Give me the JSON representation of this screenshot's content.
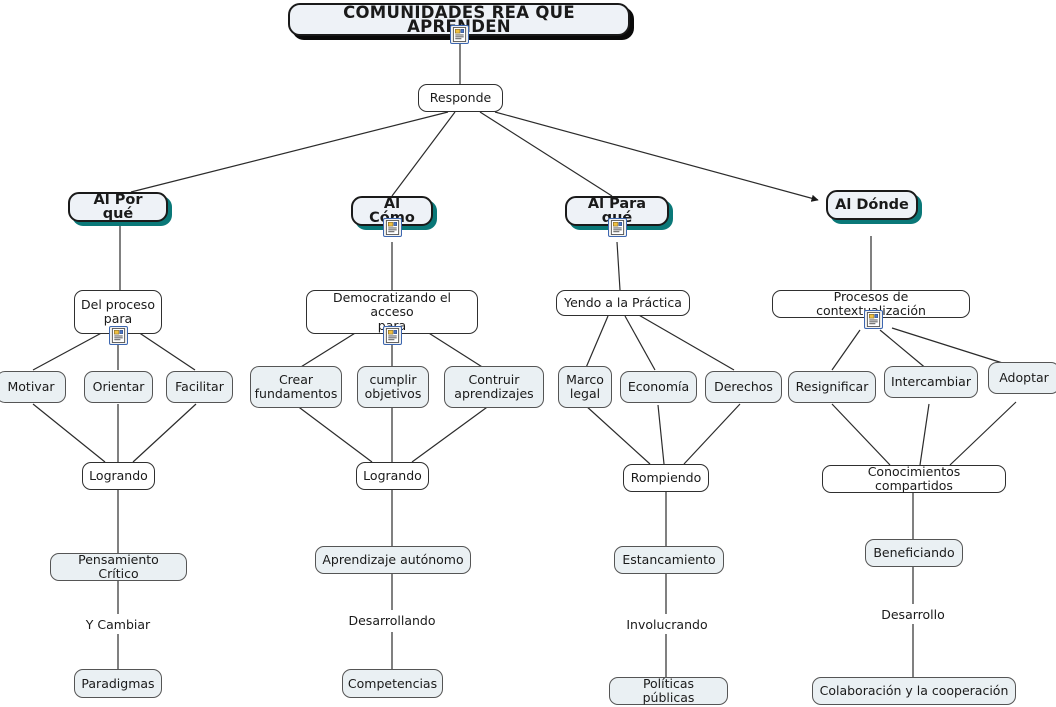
{
  "map": {
    "title": "COMUNIDADES REA QUE APRENDEN",
    "root_label": "Responde",
    "colors": {
      "branch_shadow": "#0a7878",
      "node_fill": "#eaf0f3",
      "linking_fill": "#ffffff",
      "line": "#2b2b2b",
      "icon_border": "#3c66b0"
    },
    "icon_name": "document-resource-icon"
  },
  "nodes": {
    "title": "COMUNIDADES REA QUE APRENDEN",
    "responde": "Responde",
    "b1": "Al Por qué",
    "b2": "Al Cómo",
    "b3": "Al Para qué",
    "b4": "Al Dónde",
    "c1_proc": "Del proceso\npara",
    "c1_motivar": "Motivar",
    "c1_orientar": "Orientar",
    "c1_facilitar": "Facilitar",
    "c1_logrando": "Logrando",
    "c1_pensamiento": "Pensamiento Crítico",
    "c1_ycambiar": "Y Cambiar",
    "c1_paradigmas": "Paradigmas",
    "c2_democratizando": "Democratizando el acceso\npara",
    "c2_crear": "Crear\nfundamentos",
    "c2_cumplir": "cumplir\nobjetivos",
    "c2_contruir": "Contruir\naprendizajes",
    "c2_logrando": "Logrando",
    "c2_aprendizaje": "Aprendizaje autónomo",
    "c2_desarrollando": "Desarrollando",
    "c2_competencias": "Competencias",
    "c3_yendo": "Yendo a la Práctica",
    "c3_marco": "Marco\nlegal",
    "c3_economia": "Economía",
    "c3_derechos": "Derechos",
    "c3_rompiendo": "Rompiendo",
    "c3_estancamiento": "Estancamiento",
    "c3_involucrando": "Involucrando",
    "c3_politicas": "Políticas públicas",
    "c4_procesos": "Procesos de contextualización",
    "c4_resignificar": "Resignificar",
    "c4_intercambiar": "Intercambiar",
    "c4_adoptar": "Adoptar",
    "c4_conocimientos": "Conocimientos compartidos",
    "c4_beneficiando": "Beneficiando",
    "c4_desarrollo": "Desarrollo",
    "c4_colaboracion": "Colaboración y la cooperación"
  }
}
